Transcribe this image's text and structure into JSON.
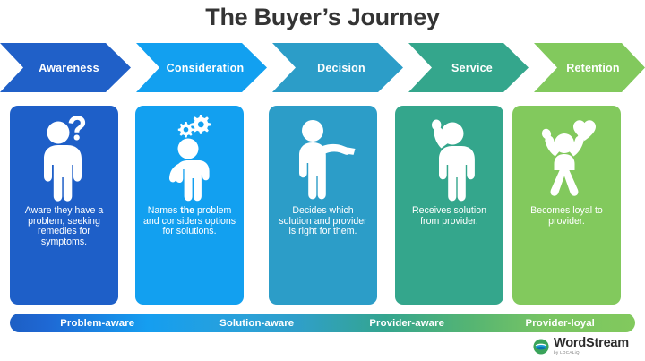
{
  "title": "The Buyer’s Journey",
  "stages": [
    {
      "key": "awareness",
      "chevron_label": "Awareness",
      "color": "#1e5fc8",
      "chevron_color": "#2060c8",
      "icon": "person-question-icon",
      "description_prefix": "Aware they have a problem, seeking remedies for symptoms.",
      "description_bold": "",
      "description_suffix": ""
    },
    {
      "key": "consideration",
      "chevron_label": "Consideration",
      "color": "#12a0f0",
      "chevron_color": "#12a0f0",
      "icon": "person-thinking-gears-icon",
      "description_prefix": "Names ",
      "description_bold": "the",
      "description_suffix": " problem and considers options for solutions."
    },
    {
      "key": "decision",
      "chevron_label": "Decision",
      "color": "#2c9dc8",
      "chevron_color": "#2c9dc8",
      "icon": "person-pointing-icon",
      "description_prefix": "Decides which solution and provider is right for them.",
      "description_bold": "",
      "description_suffix": ""
    },
    {
      "key": "service",
      "chevron_label": "Service",
      "color": "#34a68c",
      "chevron_color": "#34a68c",
      "icon": "person-hand-raised-icon",
      "description_prefix": "Receives solution from provider.",
      "description_bold": "",
      "description_suffix": ""
    },
    {
      "key": "retention",
      "chevron_label": "Retention",
      "color": "#82c95d",
      "chevron_color": "#82c95d",
      "icon": "person-celebrating-heart-icon",
      "description_prefix": "Becomes loyal to provider.",
      "description_bold": "",
      "description_suffix": ""
    }
  ],
  "awareness_bar": {
    "segments": [
      {
        "label": "Problem-aware"
      },
      {
        "label": "Solution-aware"
      },
      {
        "label": "Provider-aware"
      },
      {
        "label": "Provider-loyal"
      }
    ],
    "gradient_start": "#1d5fc4",
    "gradient_end": "#82c95d"
  },
  "logo": {
    "name": "WordStream",
    "subtitle": "by LOCALiQ",
    "mark": "wordstream-wave-icon"
  },
  "colors": {
    "title_text": "#343434",
    "background": "#ffffff",
    "card_text": "#ffffff"
  }
}
